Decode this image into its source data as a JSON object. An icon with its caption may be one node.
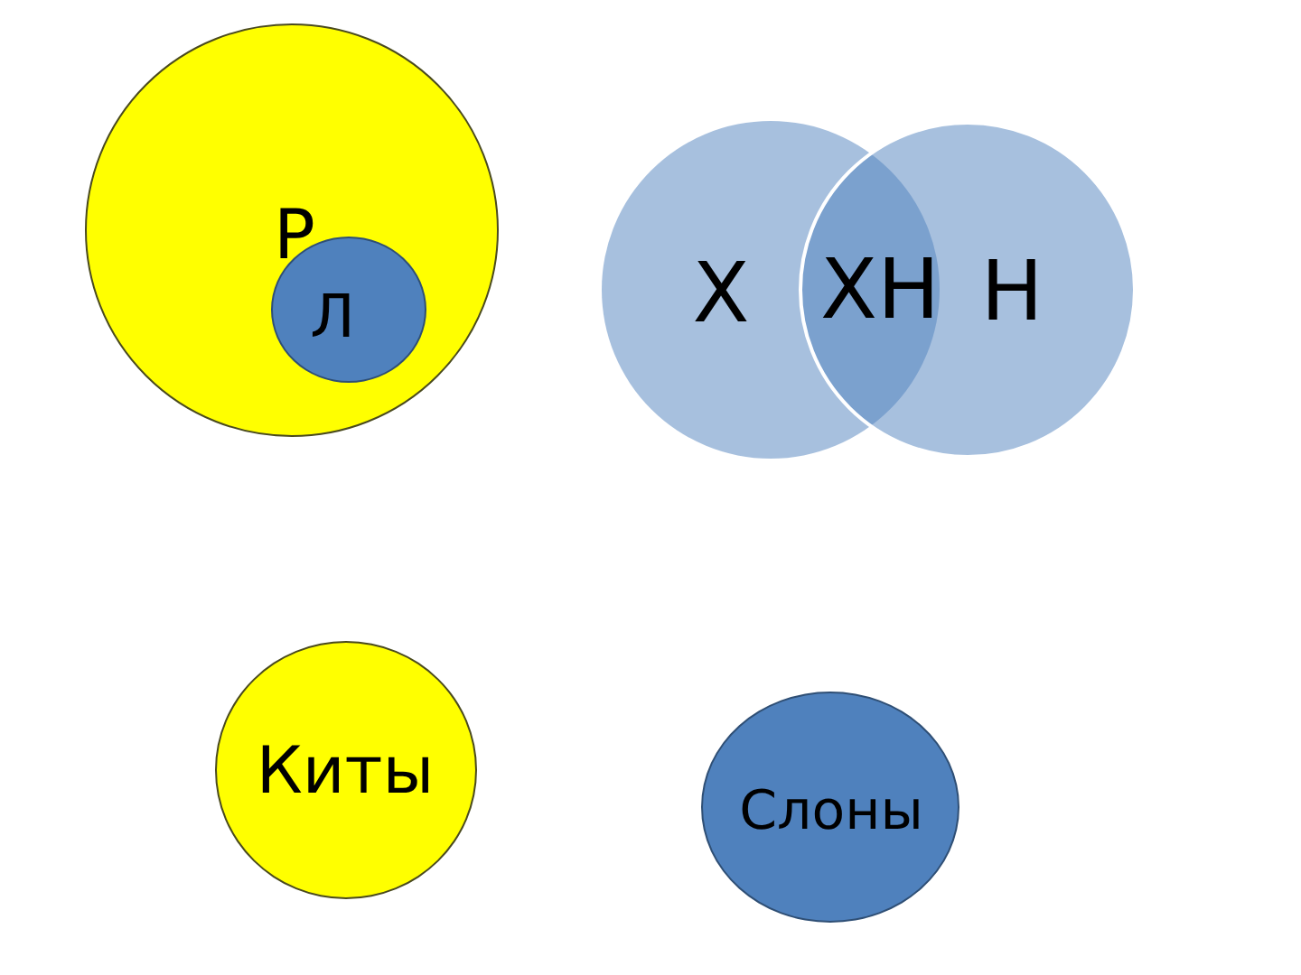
{
  "diagram": {
    "nodes": [
      {
        "text": [
          "Р"
        ]
      },
      {
        "text": [
          "Л"
        ],
        "in": 0
      },
      {
        "text": [
          "Х"
        ]
      },
      {
        "text": [
          "Н"
        ]
      },
      {
        "text": [
          "Киты"
        ]
      },
      {
        "text": [
          "Слоны"
        ]
      }
    ],
    "labels": [
      "ХН"
    ]
  }
}
